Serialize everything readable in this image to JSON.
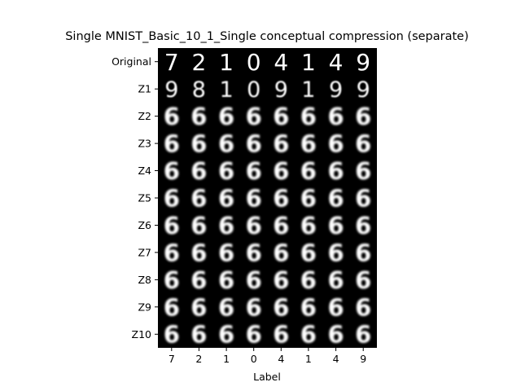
{
  "figure": {
    "title": "Single MNIST_Basic_10_1_Single conceptual compression (separate)",
    "xlabel": "Label",
    "ylabel": "",
    "row_labels": [
      "Original",
      "Z1",
      "Z2",
      "Z3",
      "Z4",
      "Z5",
      "Z6",
      "Z7",
      "Z8",
      "Z9",
      "Z10"
    ],
    "column_labels": [
      "7",
      "2",
      "1",
      "0",
      "4",
      "1",
      "4",
      "9"
    ],
    "original_digits": [
      "7",
      "2",
      "1",
      "0",
      "4",
      "1",
      "4",
      "9"
    ],
    "z1_digits": [
      "9",
      "8",
      "1",
      "0",
      "9",
      "1",
      "9",
      "9"
    ],
    "reconstruction_glyph": "6",
    "background_color": "#000000",
    "digit_color": "#ffffff"
  }
}
